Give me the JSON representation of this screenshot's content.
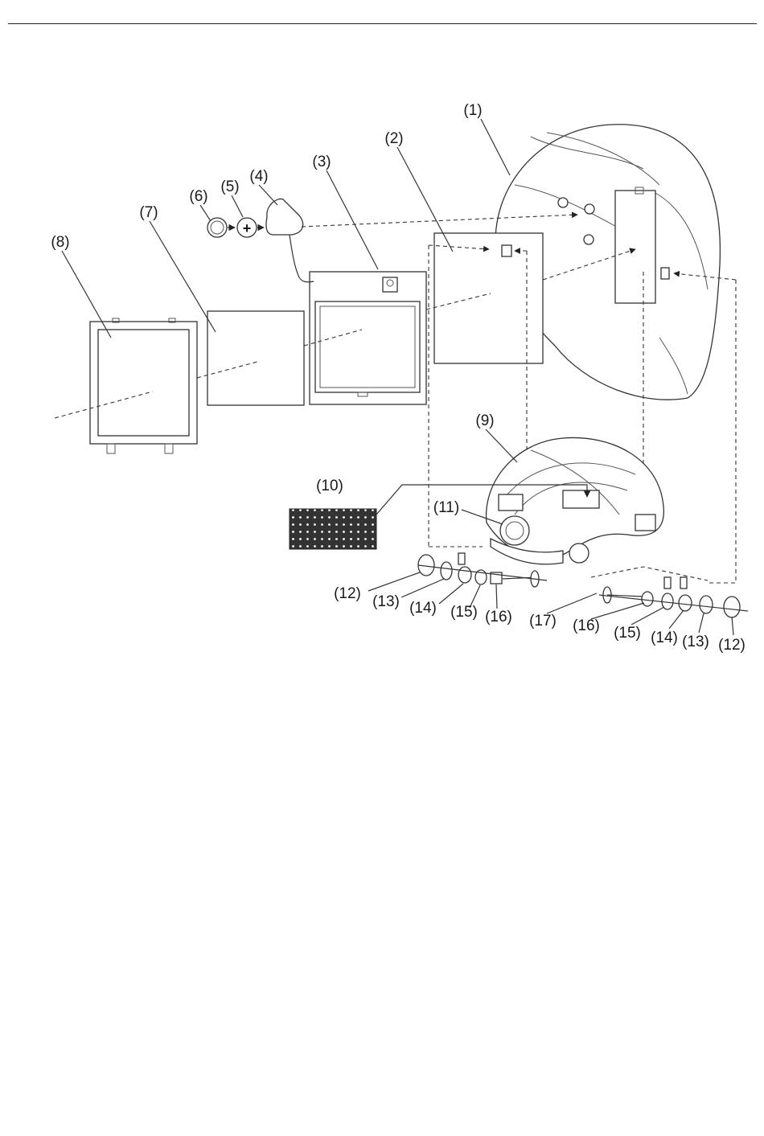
{
  "figure": {
    "callouts": [
      "(1)",
      "(2)",
      "(3)",
      "(4)",
      "(5)",
      "(6)",
      "(7)",
      "(8)",
      "(9)",
      "(10)",
      "(11)",
      "(12)",
      "(13)",
      "(14)",
      "(15)",
      "(16)",
      "(17)",
      "(16)",
      "(15)",
      "(14)",
      "(13)",
      "(12)"
    ],
    "battery_symbol": "+"
  }
}
